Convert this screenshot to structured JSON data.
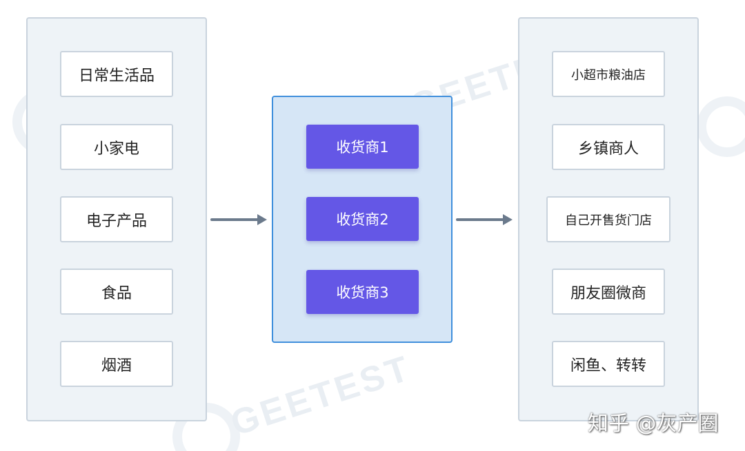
{
  "source_column": {
    "items": [
      "日常生活品",
      "小家电",
      "电子产品",
      "食品",
      "烟酒"
    ]
  },
  "receiver_column": {
    "items": [
      "收货商1",
      "收货商2",
      "收货商3"
    ]
  },
  "destination_column": {
    "items": [
      "小超市粮油店",
      "乡镇商人",
      "自己开售货门店",
      "朋友圈微商",
      "闲鱼、转转"
    ]
  },
  "watermark": {
    "brand": "GEETEST"
  },
  "credit": "知乎 @灰产圈",
  "colors": {
    "panel_fill": "#eef3f7",
    "panel_border": "#c9d3dd",
    "middle_panel_fill": "#d6e6f6",
    "middle_panel_border": "#3f8fdc",
    "receiver_fill": "#6457e6",
    "arrow": "#6b7a8c"
  }
}
